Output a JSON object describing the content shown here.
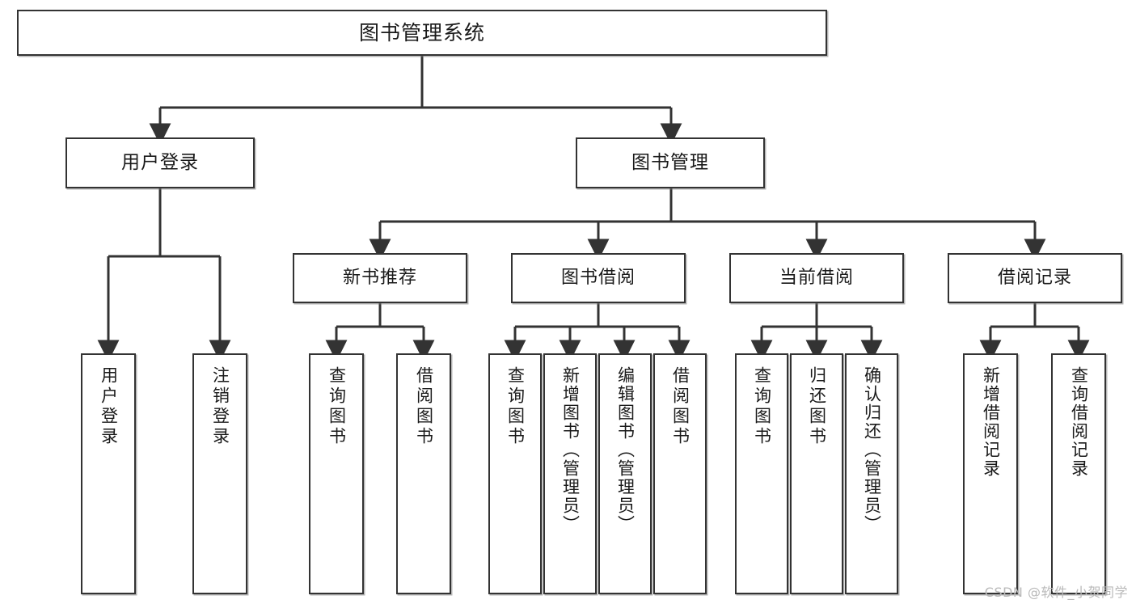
{
  "diagram": {
    "title": "图书管理系统",
    "type": "tree",
    "watermark": "CSDN @软件_小贺同学",
    "colors": {
      "box_border": "#333333",
      "box_fill": "#ffffff",
      "edge": "#333333",
      "text": "#1a1a1a",
      "watermark": "#b9b9b9",
      "background": "#ffffff"
    },
    "nodes": {
      "root": {
        "label": "图书管理系统"
      },
      "level1": [
        {
          "id": "user_login",
          "label": "用户登录"
        },
        {
          "id": "book_mgmt",
          "label": "图书管理"
        }
      ],
      "level2": [
        {
          "id": "new_book_rec",
          "label": "新书推荐"
        },
        {
          "id": "book_borrow",
          "label": "图书借阅"
        },
        {
          "id": "current_borrow",
          "label": "当前借阅"
        },
        {
          "id": "borrow_record",
          "label": "借阅记录"
        }
      ],
      "leaves": {
        "user_login": [
          {
            "id": "leaf_user_login",
            "label": "用户登录"
          },
          {
            "id": "leaf_logout",
            "label": "注销登录"
          }
        ],
        "new_book_rec": [
          {
            "id": "leaf_query_book_1",
            "label": "查询图书"
          },
          {
            "id": "leaf_borrow_book_1",
            "label": "借阅图书"
          }
        ],
        "book_borrow": [
          {
            "id": "leaf_query_book_2",
            "label": "查询图书"
          },
          {
            "id": "leaf_add_book",
            "label": "新增图书（管理员）"
          },
          {
            "id": "leaf_edit_book",
            "label": "编辑图书（管理员）"
          },
          {
            "id": "leaf_borrow_book_2",
            "label": "借阅图书"
          }
        ],
        "current_borrow": [
          {
            "id": "leaf_query_book_3",
            "label": "查询图书"
          },
          {
            "id": "leaf_return_book",
            "label": "归还图书"
          },
          {
            "id": "leaf_confirm_return",
            "label": "确认归还（管理员）"
          }
        ],
        "borrow_record": [
          {
            "id": "leaf_add_record",
            "label": "新增借阅记录"
          },
          {
            "id": "leaf_query_record",
            "label": "查询借阅记录"
          }
        ]
      }
    }
  }
}
